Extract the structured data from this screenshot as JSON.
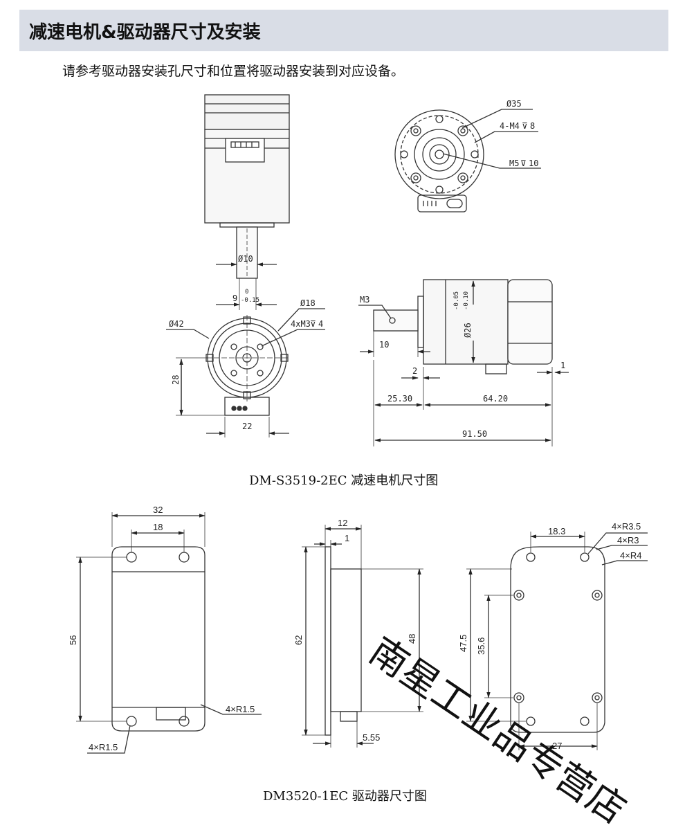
{
  "header": {
    "title": "减速电机&驱动器尺寸及安装"
  },
  "intro": "请参考驱动器安装孔尺寸和位置将驱动器安装到对应设备。",
  "motor": {
    "caption": "DM-S3519-2EC 减速电机尺寸图",
    "dims": {
      "phi35": "Ø35",
      "m4": "4-M4",
      "m4_depth": "8",
      "m5": "M5",
      "m5_depth": "10",
      "phi10": "Ø10",
      "nine": "9",
      "tol0": "0",
      "tolm015": "-0.15",
      "phi18": "Ø18",
      "m3x4": "4xM3",
      "m3x4_depth": "4",
      "phi42": "Ø42",
      "d28": "28",
      "d22": "22",
      "m3": "M3",
      "d10": "10",
      "d2": "2",
      "tol005": "-0.05",
      "tol010": "-0.10",
      "phi26": "Ø26",
      "d1": "1",
      "d25_30": "25.30",
      "d64_20": "64.20",
      "d91_50": "91.50"
    }
  },
  "driver": {
    "caption": "DM3520-1EC 驱动器尺寸图",
    "dims": {
      "d32": "32",
      "d18": "18",
      "d56": "56",
      "r15a": "4×R1.5",
      "r15b": "4×R1.5",
      "d12": "12",
      "d1": "1",
      "d62": "62",
      "d48": "48",
      "d555": "5.55",
      "d183": "18.3",
      "r35": "4×R3.5",
      "r3": "4×R3",
      "r4": "4×R4",
      "d475": "47.5",
      "d356": "35.6",
      "d27": "27"
    }
  },
  "watermark": "南星工业品专营店"
}
